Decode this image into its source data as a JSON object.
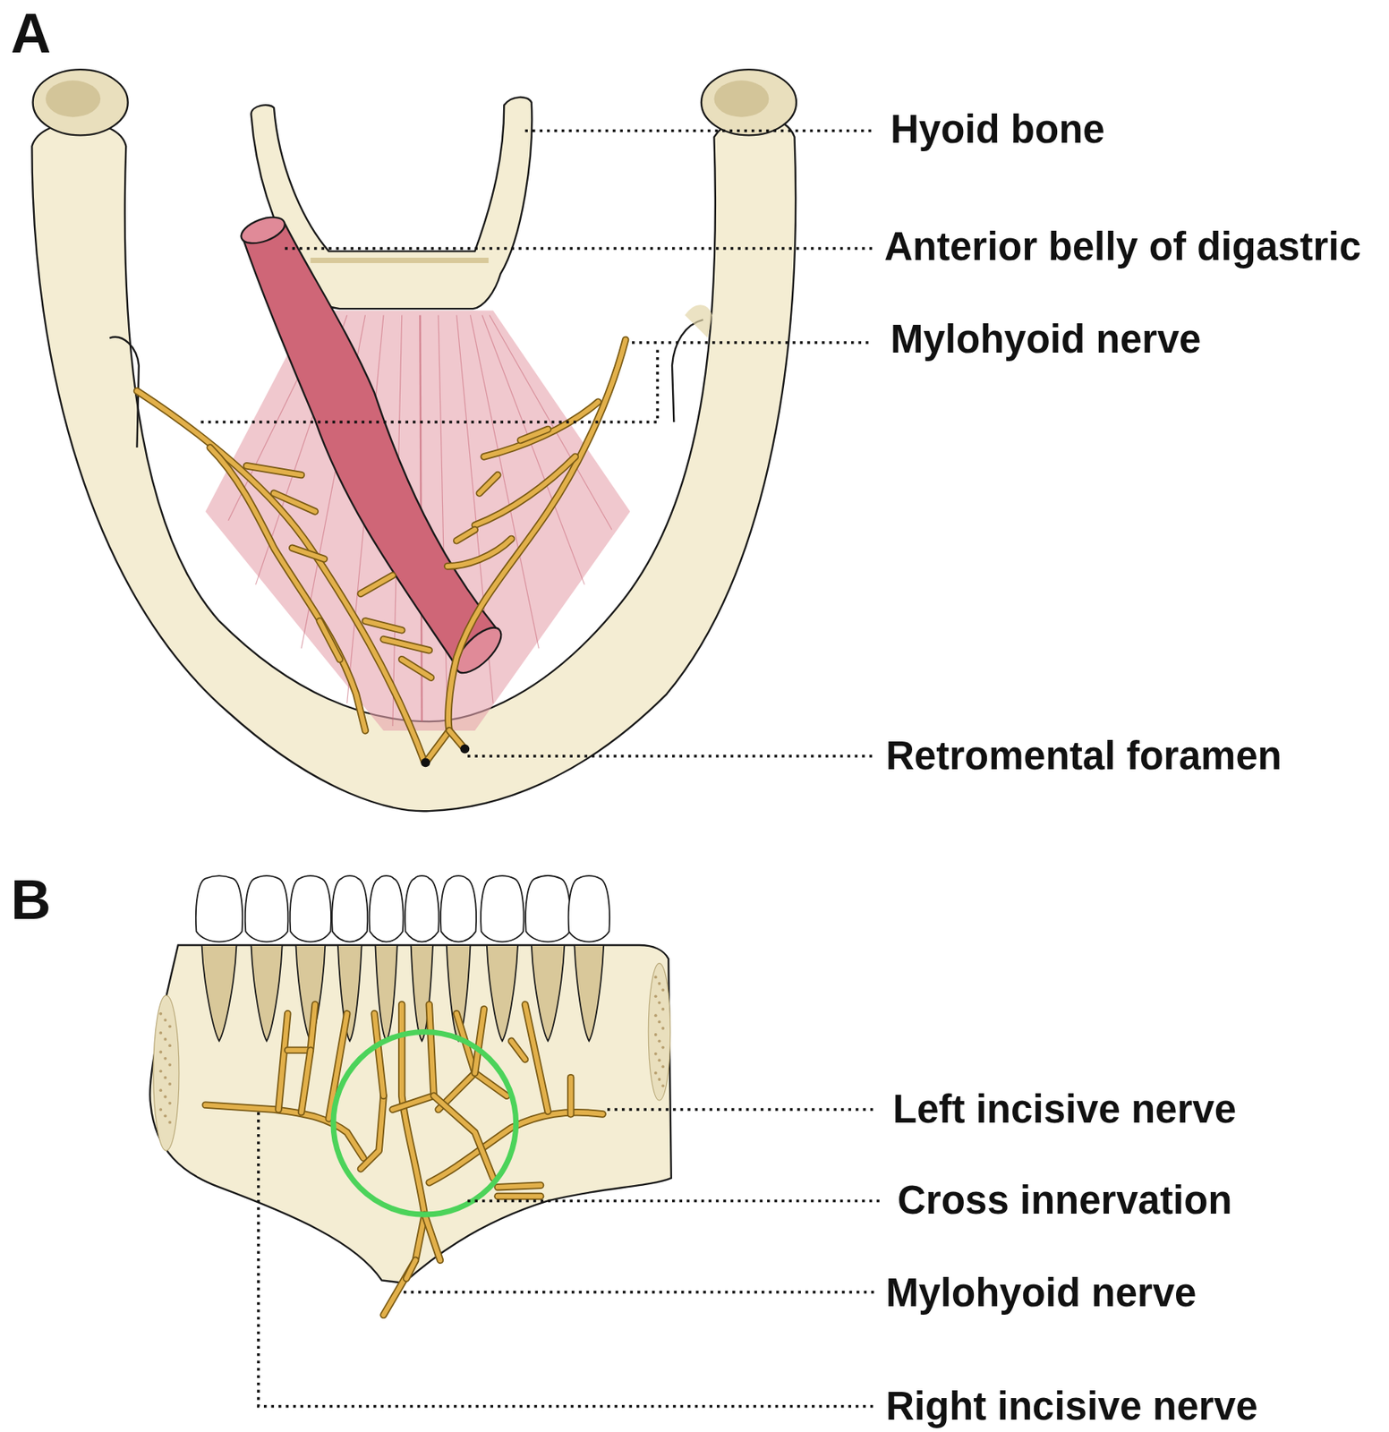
{
  "diagram": {
    "labels": [
      "A",
      "Hyoid bone",
      "Anterior belly of digastric",
      "Mylohyoid nerve",
      "Retromental foramen",
      "B",
      "Left incisive nerve",
      "Cross innervation",
      "Mylohyoid nerve",
      "Right incisive nerve"
    ]
  }
}
